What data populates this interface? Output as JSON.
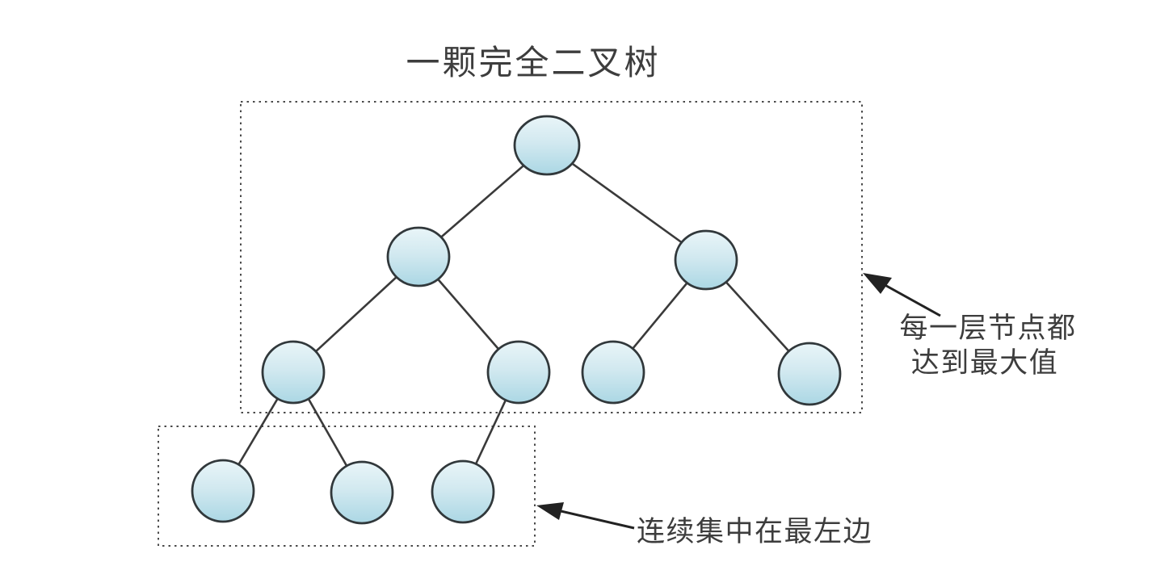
{
  "diagram": {
    "title": "一颗完全二叉树",
    "tree": {
      "type": "complete-binary-tree",
      "node_count": 10,
      "nodes_per_level": [
        1,
        2,
        4,
        3
      ],
      "description_levels": 4
    },
    "annotations": {
      "right": {
        "line1": "每一层节点都",
        "line2": "达到最大值"
      },
      "bottom_label": "连续集中在最左边"
    },
    "colors": {
      "node_fill_top": "#e9f5f8",
      "node_fill_bottom": "#abd7e4",
      "node_stroke": "#31383b",
      "edge_line": "#3a3a3a",
      "dotted_border": "#4a4a4a",
      "arrow": "#222222",
      "text": "#3d3d3d",
      "background": "#ffffff"
    }
  }
}
